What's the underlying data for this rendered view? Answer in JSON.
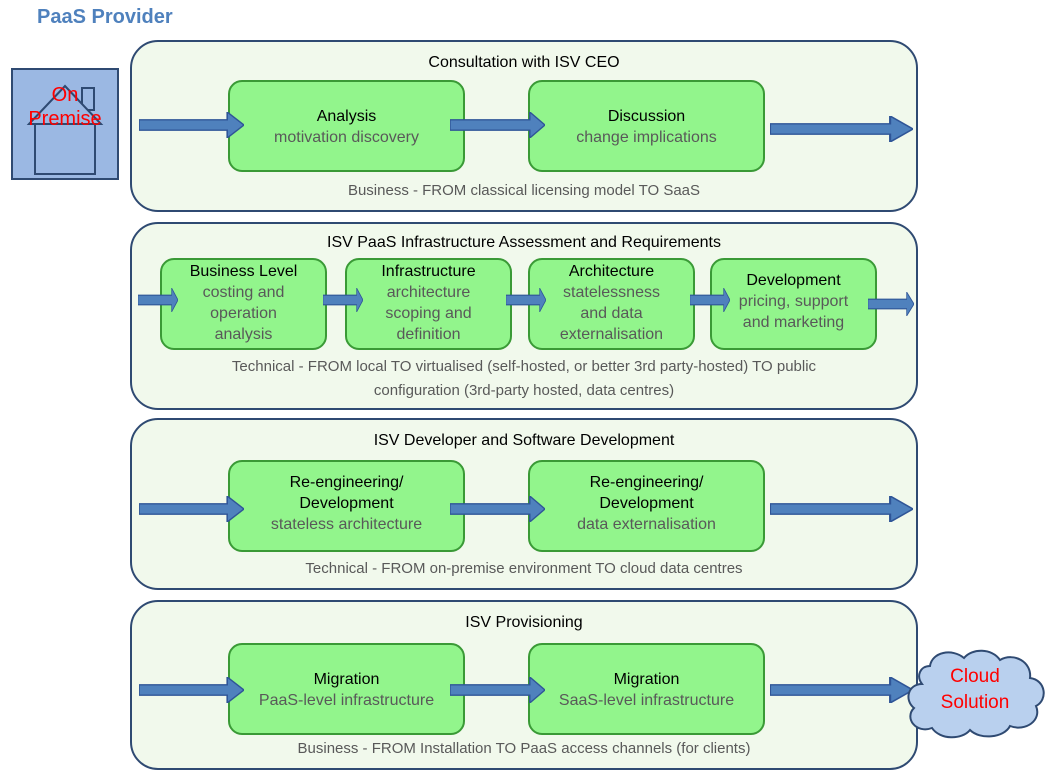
{
  "title": "PaaS Provider",
  "start": {
    "line1": "On",
    "line2": "Premise"
  },
  "end": {
    "line1": "Cloud",
    "line2": "Solution"
  },
  "panels": [
    {
      "heading": "Consultation with ISV CEO",
      "footer": "Business - FROM classical licensing model TO SaaS",
      "steps": [
        {
          "title": "Analysis",
          "text": "motivation discovery"
        },
        {
          "title": "Discussion",
          "text": "change implications"
        }
      ]
    },
    {
      "heading": "ISV PaaS Infrastructure Assessment and Requirements",
      "footer_line1": "Technical - FROM local TO virtualised (self-hosted, or better 3rd party-hosted) TO public",
      "footer_line2": "configuration (3rd-party hosted, data centres)",
      "steps": [
        {
          "title": "Business Level",
          "text1": "costing and",
          "text2": "operation",
          "text3": "analysis"
        },
        {
          "title": "Infrastructure",
          "text1": "architecture",
          "text2": "scoping and",
          "text3": "definition"
        },
        {
          "title": "Architecture",
          "text1": "statelessness",
          "text2": "and data",
          "text3": "externalisation"
        },
        {
          "title": "Development",
          "text1": "pricing, support",
          "text2": "and marketing"
        }
      ]
    },
    {
      "heading": "ISV Developer and Software Development",
      "footer": "Technical - FROM on-premise environment TO cloud data centres",
      "steps": [
        {
          "title1": "Re-engineering/",
          "title2": "Development",
          "text": "stateless architecture"
        },
        {
          "title1": "Re-engineering/",
          "title2": "Development",
          "text": "data externalisation"
        }
      ]
    },
    {
      "heading": "ISV Provisioning",
      "footer": "Business - FROM Installation TO PaaS access channels (for clients)",
      "steps": [
        {
          "title": "Migration",
          "text": "PaaS-level infrastructure"
        },
        {
          "title": "Migration",
          "text": "SaaS-level infrastructure"
        }
      ]
    }
  ]
}
